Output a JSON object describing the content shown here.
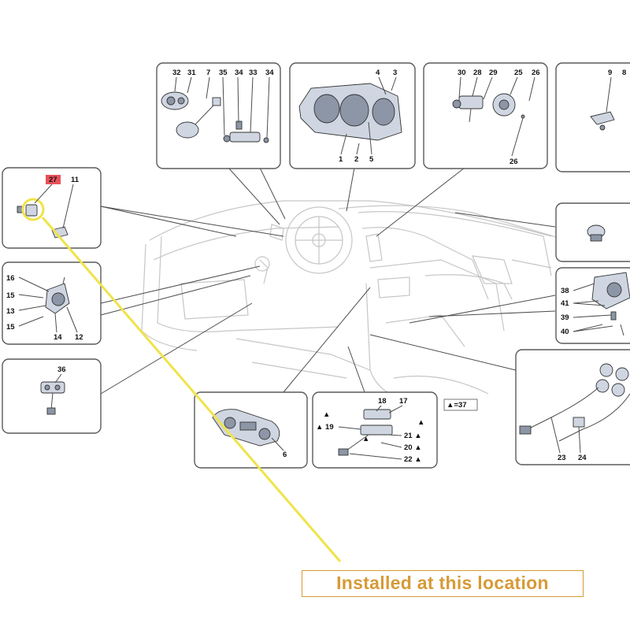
{
  "caption": {
    "text": "Installed at this location"
  },
  "legend": {
    "marker": "▲=37"
  },
  "colors": {
    "callout_line": "#f0e34a",
    "callout_text": "#d79a36",
    "highlight_label": "#e8525a",
    "part_fill": "#cfd6e2"
  },
  "panels": [
    {
      "id": "panel-switches-steering",
      "labels": [
        "32",
        "31",
        "7",
        "35",
        "34",
        "33",
        "34"
      ]
    },
    {
      "id": "panel-instrument-cluster",
      "labels": [
        "4",
        "3",
        "1",
        "2",
        "5"
      ]
    },
    {
      "id": "panel-wheel-switch",
      "labels": [
        "30",
        "28",
        "29",
        "25",
        "26",
        "26"
      ]
    },
    {
      "id": "panel-bracket",
      "labels": [
        "9",
        "8"
      ]
    },
    {
      "id": "panel-door-sensor",
      "labels": [
        "27",
        "11"
      ]
    },
    {
      "id": "panel-button",
      "labels": []
    },
    {
      "id": "panel-door-switch",
      "labels": [
        "16",
        "15",
        "13",
        "15",
        "14",
        "12"
      ]
    },
    {
      "id": "panel-knob-assembly",
      "labels": [
        "38",
        "41",
        "39",
        "40"
      ]
    },
    {
      "id": "panel-window-switch",
      "labels": [
        "36"
      ]
    },
    {
      "id": "panel-climate-control",
      "labels": [
        "6"
      ]
    },
    {
      "id": "panel-console-switches",
      "labels": [
        "18",
        "17",
        "▲",
        "▲",
        "▲ 19",
        "▲",
        "21 ▲",
        "20 ▲",
        "22 ▲"
      ]
    },
    {
      "id": "panel-harness",
      "labels": [
        "23",
        "24"
      ]
    }
  ],
  "highlighted_part": "27"
}
